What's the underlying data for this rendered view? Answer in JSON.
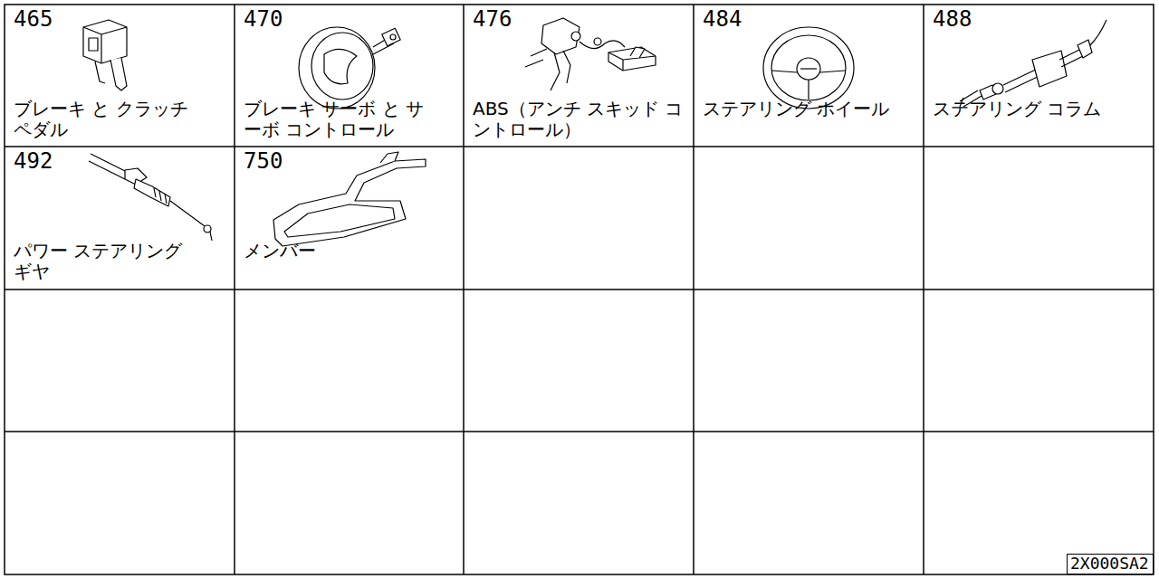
{
  "diagram": {
    "nodes": [
      {
        "text": [
          "465",
          "ブレーキ と クラッチ ペダル"
        ]
      },
      {
        "text": [
          "470",
          "ブレーキ サーボ と サーボ コントロール"
        ]
      },
      {
        "text": [
          "476",
          "ABS（アンチ スキッド コントロール）"
        ]
      },
      {
        "text": [
          "484",
          "ステアリング ホイール"
        ]
      },
      {
        "text": [
          "488",
          "ステアリング コラム"
        ]
      },
      {
        "text": [
          "492",
          "パワー ステアリング ギヤ"
        ]
      },
      {
        "text": [
          "750",
          "メンバー"
        ]
      },
      {
        "text": [
          "2X000SA2"
        ]
      }
    ]
  }
}
